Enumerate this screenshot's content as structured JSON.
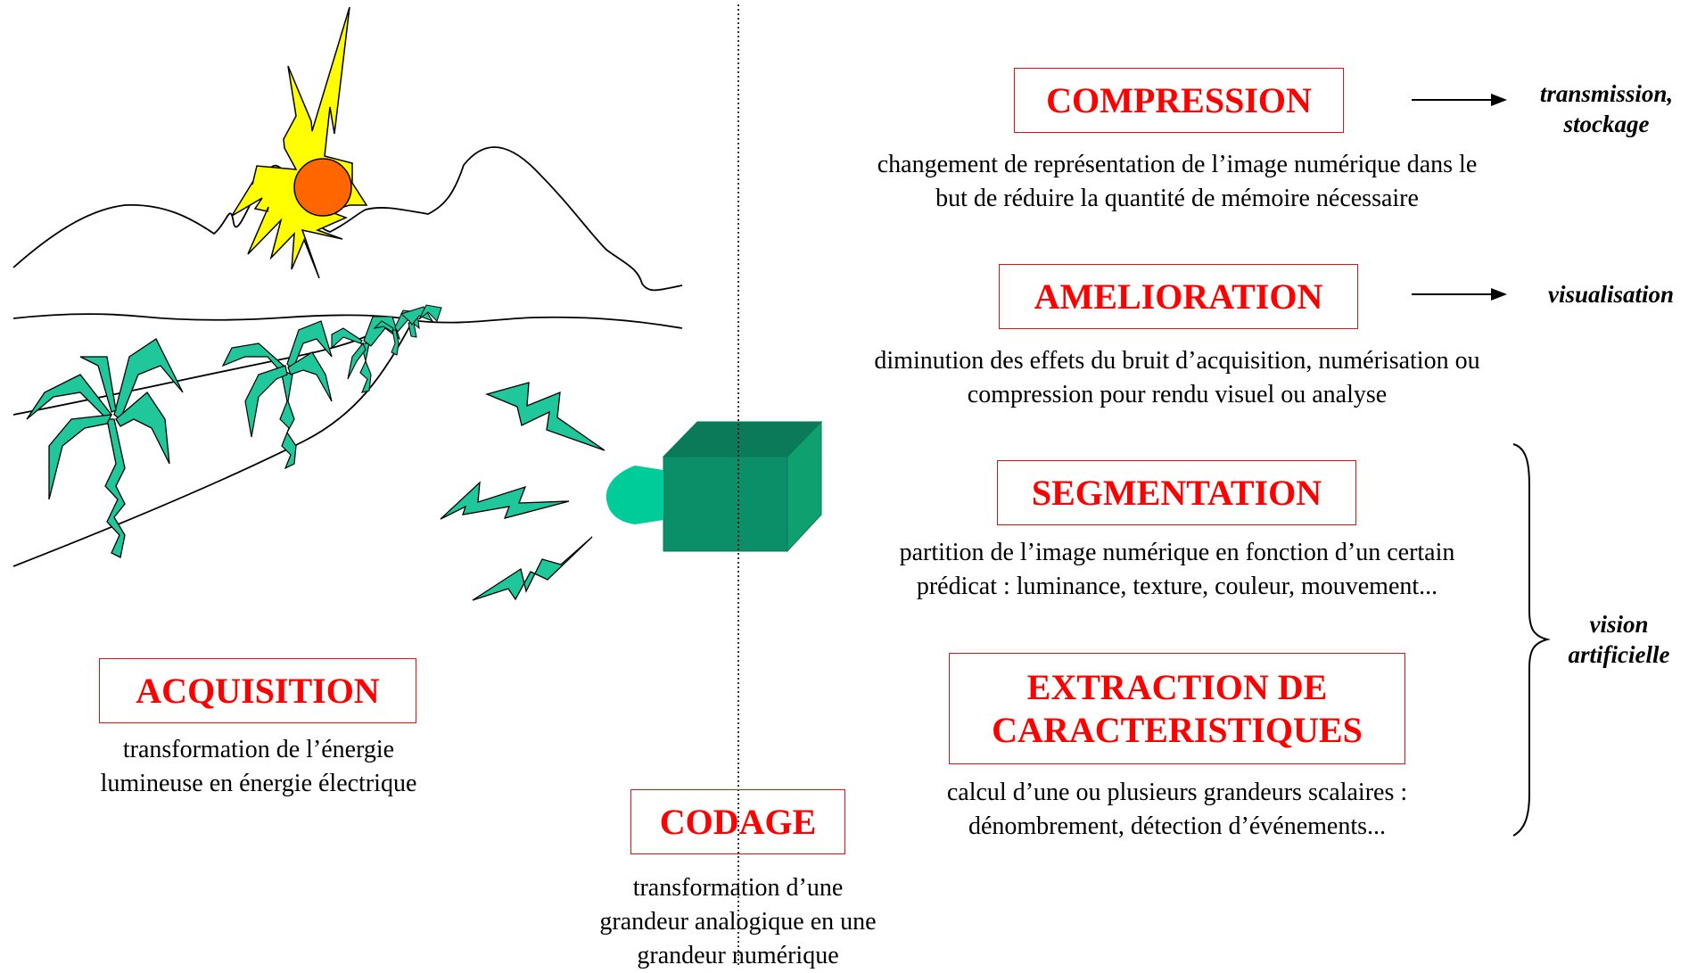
{
  "acquisition": {
    "title": "ACQUISITION",
    "desc_line1": "transformation de l’énergie",
    "desc_line2": "lumineuse en énergie électrique"
  },
  "codage": {
    "title": "CODAGE",
    "desc_line1": "transformation d’une",
    "desc_line2": "grandeur analogique en une",
    "desc_line3": "grandeur numérique"
  },
  "compression": {
    "title": "COMPRESSION",
    "desc_line1": "changement de représentation de l’image numérique dans le",
    "desc_line2": "but de réduire la quantité de mémoire nécessaire",
    "output_line1": "transmission,",
    "output_line2": "stockage"
  },
  "amelioration": {
    "title": "AMELIORATION",
    "desc_line1": "diminution des effets du bruit d’acquisition, numérisation ou",
    "desc_line2": "compression pour rendu visuel ou analyse",
    "output": "visualisation"
  },
  "segmentation": {
    "title": "SEGMENTATION",
    "desc_line1": "partition de l’image numérique en fonction d’un certain",
    "desc_line2": "prédicat : luminance, texture, couleur, mouvement..."
  },
  "extraction": {
    "title_line1": "EXTRACTION DE",
    "title_line2": "CARACTERISTIQUES",
    "desc_line1": "calcul d’une ou plusieurs grandeurs scalaires :",
    "desc_line2": "dénombrement, détection d’événements..."
  },
  "vision": {
    "line1": "vision",
    "line2": "artificielle"
  },
  "colors": {
    "title_red": "#ff0000",
    "plant_green": "#1fc79a",
    "camera_green": "#0a8f68",
    "sun_yellow": "#ffff00",
    "sun_orange": "#ff6600"
  }
}
